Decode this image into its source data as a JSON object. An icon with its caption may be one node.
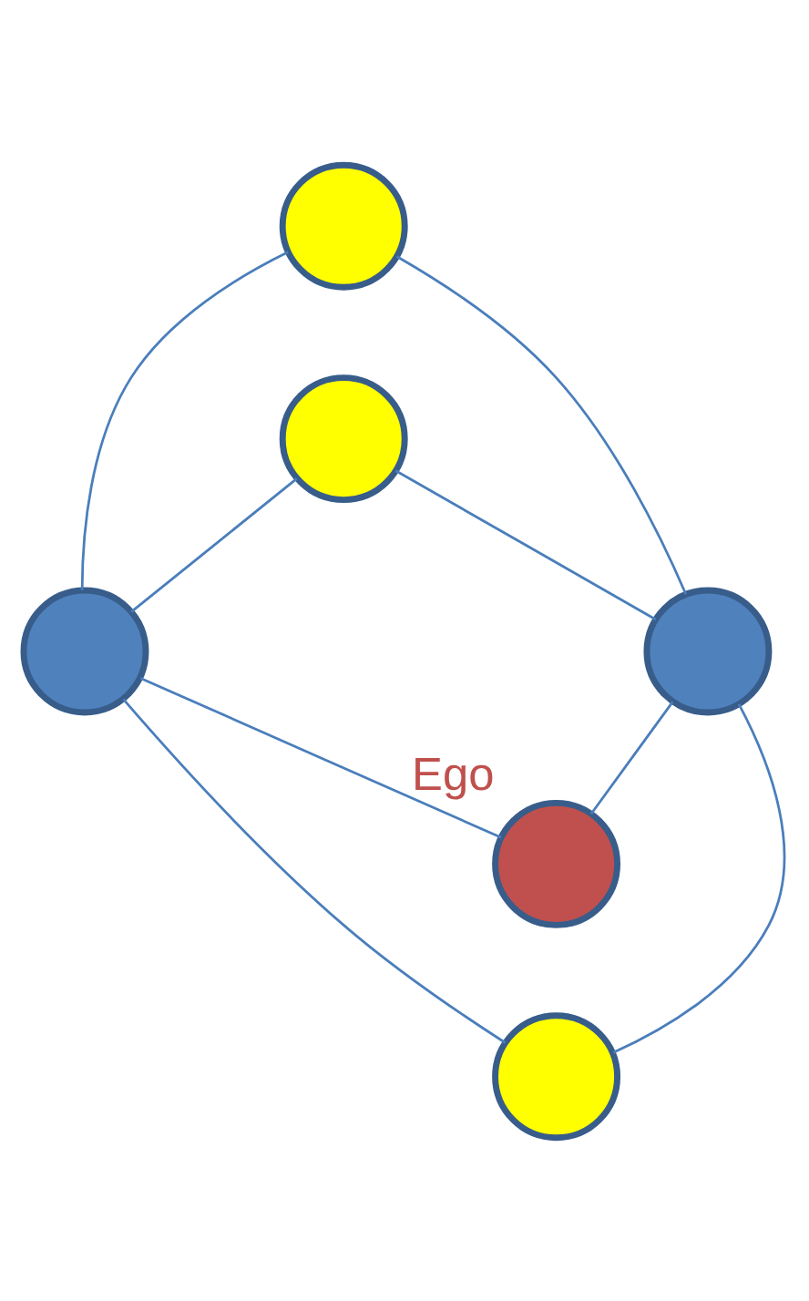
{
  "diagram": {
    "nodes": [
      {
        "text": [],
        "shape": "circle"
      },
      {
        "text": [],
        "shape": "circle"
      },
      {
        "text": [],
        "shape": "circle"
      },
      {
        "text": [],
        "shape": "circle"
      },
      {
        "text": [],
        "shape": "circle",
        "beside": [
          "Ego"
        ]
      },
      {
        "text": [],
        "shape": "circle"
      }
    ],
    "edges": [
      {
        "from": 0,
        "to": 2,
        "arrow": "none"
      },
      {
        "from": 0,
        "to": 3,
        "arrow": "none"
      },
      {
        "from": 1,
        "to": 2,
        "arrow": "none"
      },
      {
        "from": 1,
        "to": 3,
        "arrow": "none"
      },
      {
        "from": 2,
        "to": 4,
        "arrow": "none"
      },
      {
        "from": 3,
        "to": 4,
        "arrow": "none"
      },
      {
        "from": 2,
        "to": 5,
        "arrow": "none"
      },
      {
        "from": 3,
        "to": 5,
        "arrow": "none"
      }
    ]
  }
}
